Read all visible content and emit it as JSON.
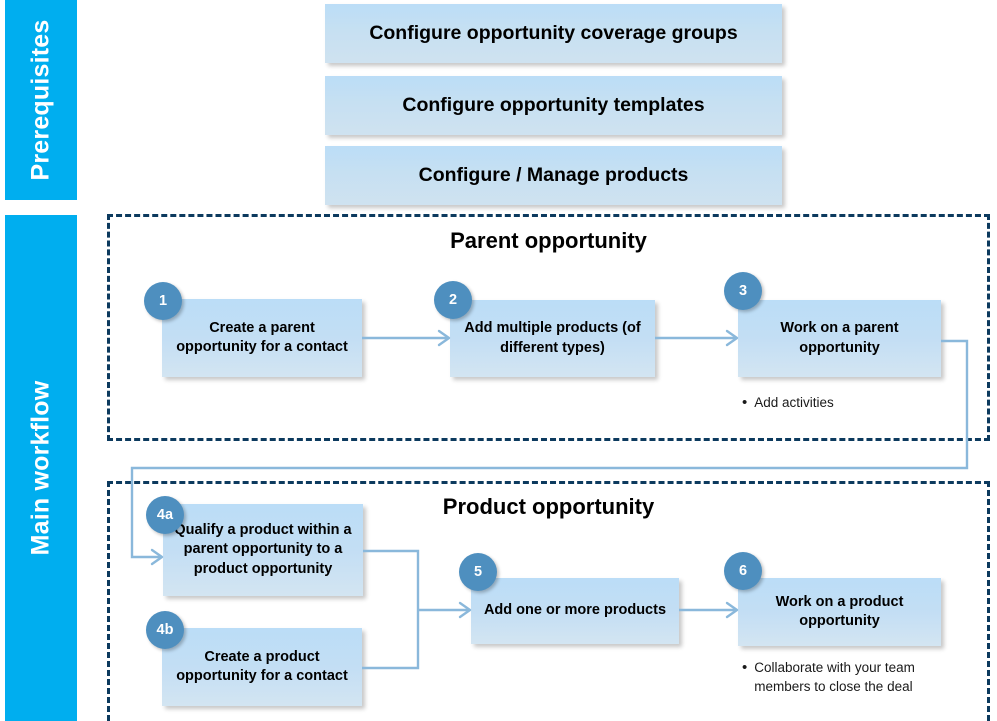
{
  "lanes": [
    {
      "id": "prerequisites",
      "label": "Prerequisites"
    },
    {
      "id": "main-workflow",
      "label": "Main workflow"
    }
  ],
  "prerequisites": {
    "boxes": [
      {
        "label": "Configure opportunity coverage groups"
      },
      {
        "label": "Configure opportunity templates"
      },
      {
        "label": "Configure / Manage products"
      }
    ]
  },
  "sections": [
    {
      "id": "parent-opportunity",
      "title": "Parent opportunity",
      "steps": [
        {
          "badge": "1",
          "label": "Create a parent opportunity for a contact"
        },
        {
          "badge": "2",
          "label": "Add multiple products (of different types)"
        },
        {
          "badge": "3",
          "label": "Work on a parent opportunity",
          "note": "Add activities"
        }
      ]
    },
    {
      "id": "product-opportunity",
      "title": "Product opportunity",
      "steps": [
        {
          "badge": "4a",
          "label": "Qualify a product within a parent opportunity to a product opportunity"
        },
        {
          "badge": "4b",
          "label": "Create a product opportunity for a contact"
        },
        {
          "badge": "5",
          "label": "Add one or more products"
        },
        {
          "badge": "6",
          "label": "Work on a product opportunity",
          "note": "Collaborate with your team members to close the deal"
        }
      ]
    }
  ],
  "bullet_glyph": "•",
  "colors": {
    "lane_cyan": "#00AEEF",
    "box_blue": "#BBDDF7",
    "badge_blue": "#4E8FBF",
    "section_border": "#0C3A5E",
    "connector": "#8AB8DB"
  }
}
